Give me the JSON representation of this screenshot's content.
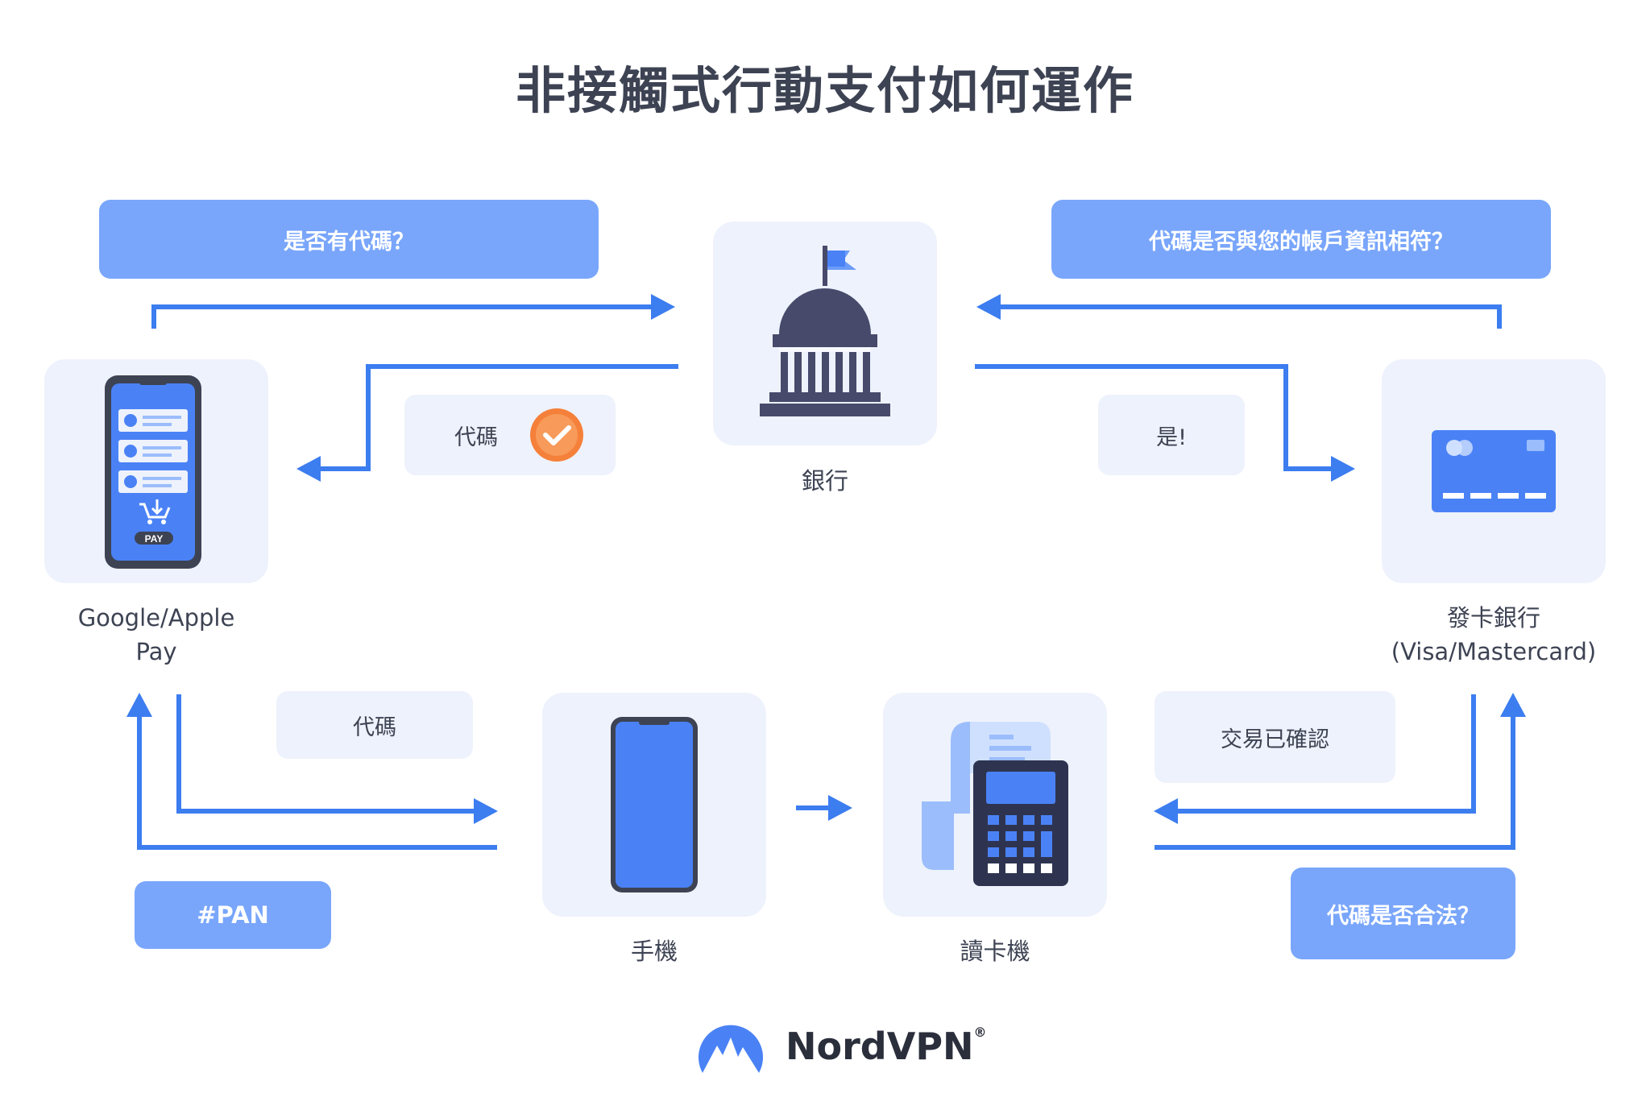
{
  "title": "非接觸式行動支付如何運作",
  "bubbles": {
    "has_token": "是否有代碼？",
    "token_match": "代碼是否與您的帳戶資訊相符？",
    "token_ok": "代碼",
    "yes": "是!",
    "token_phone": "代碼",
    "pan": "#PAN",
    "confirmed": "交易已確認",
    "token_valid": "代碼是否合法？"
  },
  "nodes": {
    "bank": "銀行",
    "wallet": "Google/Apple\nPay",
    "issuer": "發卡銀行\n(Visa/Mastercard)",
    "phone": "手機",
    "reader": "讀卡機"
  },
  "phone_screen": {
    "pay_label": "PAY"
  },
  "logo": {
    "name": "NordVPN",
    "mark": "®"
  },
  "colors": {
    "arrow": "#3c7df0",
    "bubble_dark": "#79a6fb",
    "bubble_light": "#eef2fc",
    "text": "#3d4353",
    "bank_icon": "#474a6a",
    "phone_fill": "#4a82f6",
    "check": "#f5803a"
  }
}
